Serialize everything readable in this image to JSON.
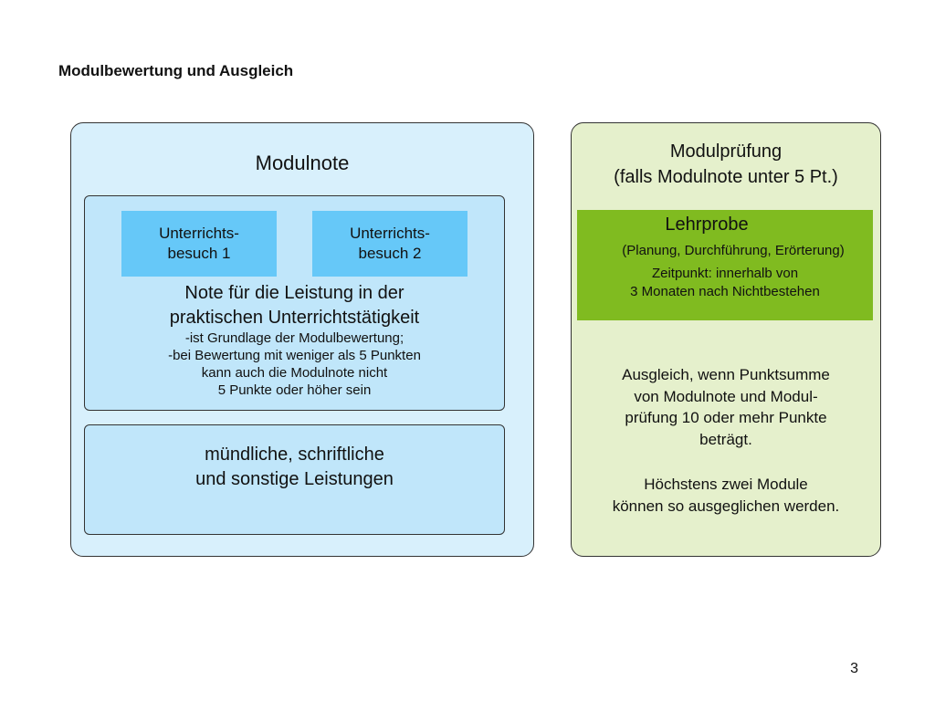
{
  "slide": {
    "title": "Modulbewertung und Ausgleich",
    "page_number": "3"
  },
  "left_panel": {
    "title": "Modulnote",
    "visit_1": "Unterrichts-\nbesuch 1",
    "visit_2": "Unterrichts-\nbesuch 2",
    "note_heading": "Note für die Leistung in der\npraktischen Unterrichtstätigkeit",
    "note_body": "-ist Grundlage der Modulbewertung;\n-bei Bewertung mit weniger als 5 Punkten\nkann auch die Modulnote nicht\n5 Punkte oder höher sein",
    "oral": "mündliche, schriftliche\nund sonstige Leistungen"
  },
  "right_panel": {
    "title": "Modulprüfung\n(falls Modulnote unter 5 Pt.)",
    "lehrprobe_title": "Lehrprobe",
    "lehrprobe_sub": "(Planung, Durchführung, Erörterung)",
    "lehrprobe_time": "Zeitpunkt: innerhalb von\n3 Monaten nach Nichtbestehen",
    "ausgleich": "Ausgleich, wenn Punktsumme\nvon Modulnote und Modul-\nprüfung 10 oder mehr Punkte\nbeträgt.",
    "hoechstens": "Höchstens zwei Module\nkönnen so ausgeglichen werden."
  },
  "colors": {
    "left_panel_bg": "#d8f0fc",
    "inner_box_bg": "#c0e6fa",
    "visit_bg": "#66c8f8",
    "right_panel_bg": "#e5f0cc",
    "lehrprobe_bg": "#80bb20"
  }
}
